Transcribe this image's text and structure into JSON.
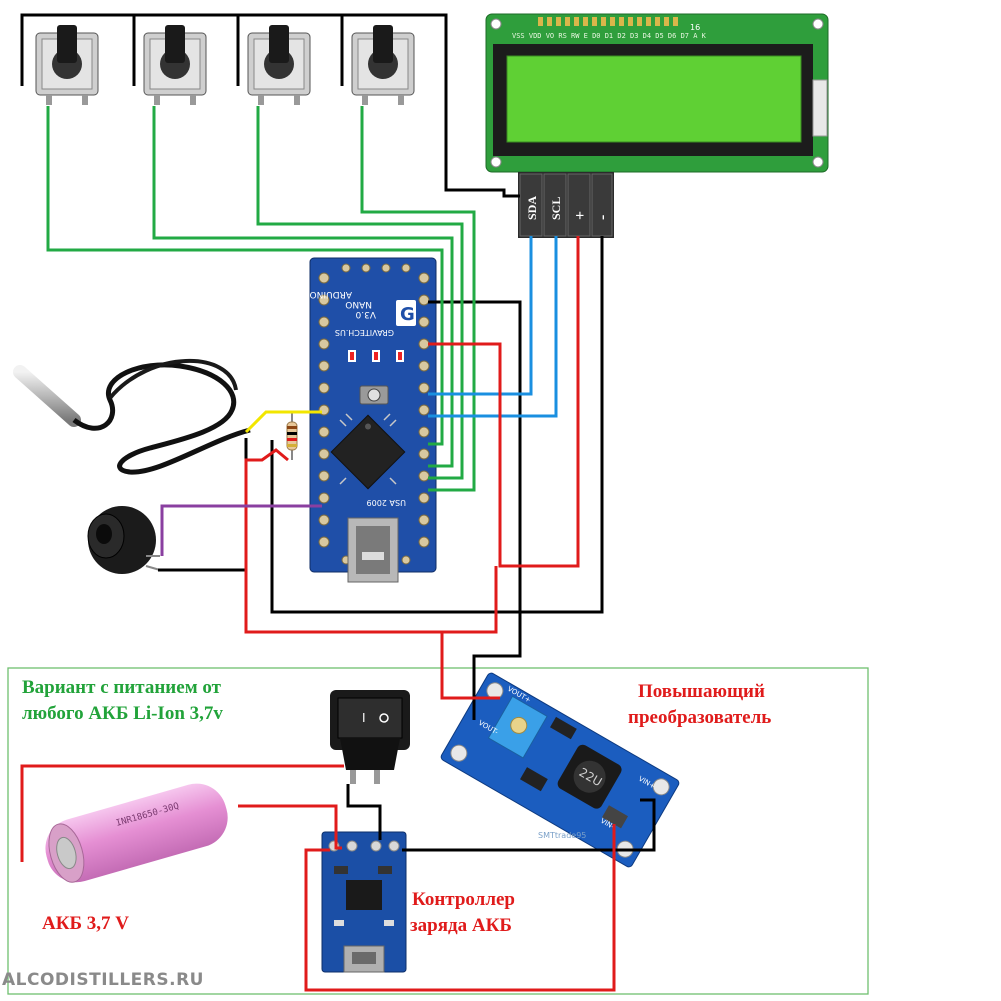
{
  "lcd": {
    "pin_labels": [
      "SDA",
      "SCL",
      "+",
      "-"
    ],
    "header_text": "VSS VDD VO RS RW E D0 D1 D2 D3 D4 D5 D6 D7 A K",
    "pin_count_label": "16"
  },
  "arduino": {
    "line1": "ARDUINO",
    "line2": "NANO",
    "line3": "V3.0",
    "line4": "GRAVITECH.US",
    "bottom": "USA   2009"
  },
  "labels": {
    "variant_line1": "Вариант с питанием от",
    "variant_line2": "любого АКБ Li-Ion 3,7v",
    "boost_line1": "Повышающий",
    "boost_line2": "преобразователь",
    "charger_line1": "Контроллер",
    "charger_line2": "заряда АКБ",
    "battery": "АКБ 3,7 V"
  },
  "boost": {
    "pin_vout_plus": "VOUT+",
    "pin_vout_minus": "VOUT-",
    "pin_vin_plus": "VIN+",
    "pin_vin_minus": "VIN-",
    "inductor": "22U",
    "mark": "SMTtrade95"
  },
  "battery_print": "INR18650-30Q",
  "watermark": "ALCODISTILLERS.RU",
  "colors": {
    "wire_black": "#000000",
    "wire_green": "#22aa44",
    "wire_red": "#e01b1b",
    "wire_blue": "#1a8fe0",
    "wire_yellow": "#f2e600",
    "wire_purple": "#8a3fa0",
    "board_blue": "#1f4fa8",
    "lcd_green": "#4fc42a",
    "battery_pink": "#e48fd2"
  }
}
